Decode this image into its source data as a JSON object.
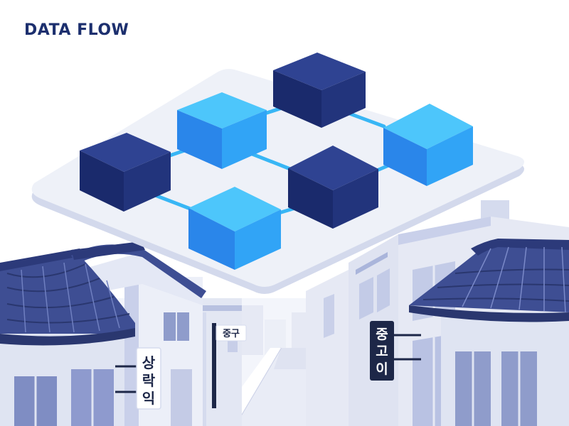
{
  "title": "DATA FLOW",
  "signs": {
    "left_vertical": [
      "상",
      "락",
      "익"
    ],
    "center": "중구",
    "right_vertical": [
      "중",
      "고",
      "이"
    ]
  },
  "colors": {
    "title": "#1c2f6e",
    "cube_dark": "#22337a",
    "cube_bright": "#2b9ff5",
    "link": "#38b6f5",
    "platform": "#eef1f8",
    "roof": "#3e4e93",
    "building": "#dfe4f2"
  }
}
